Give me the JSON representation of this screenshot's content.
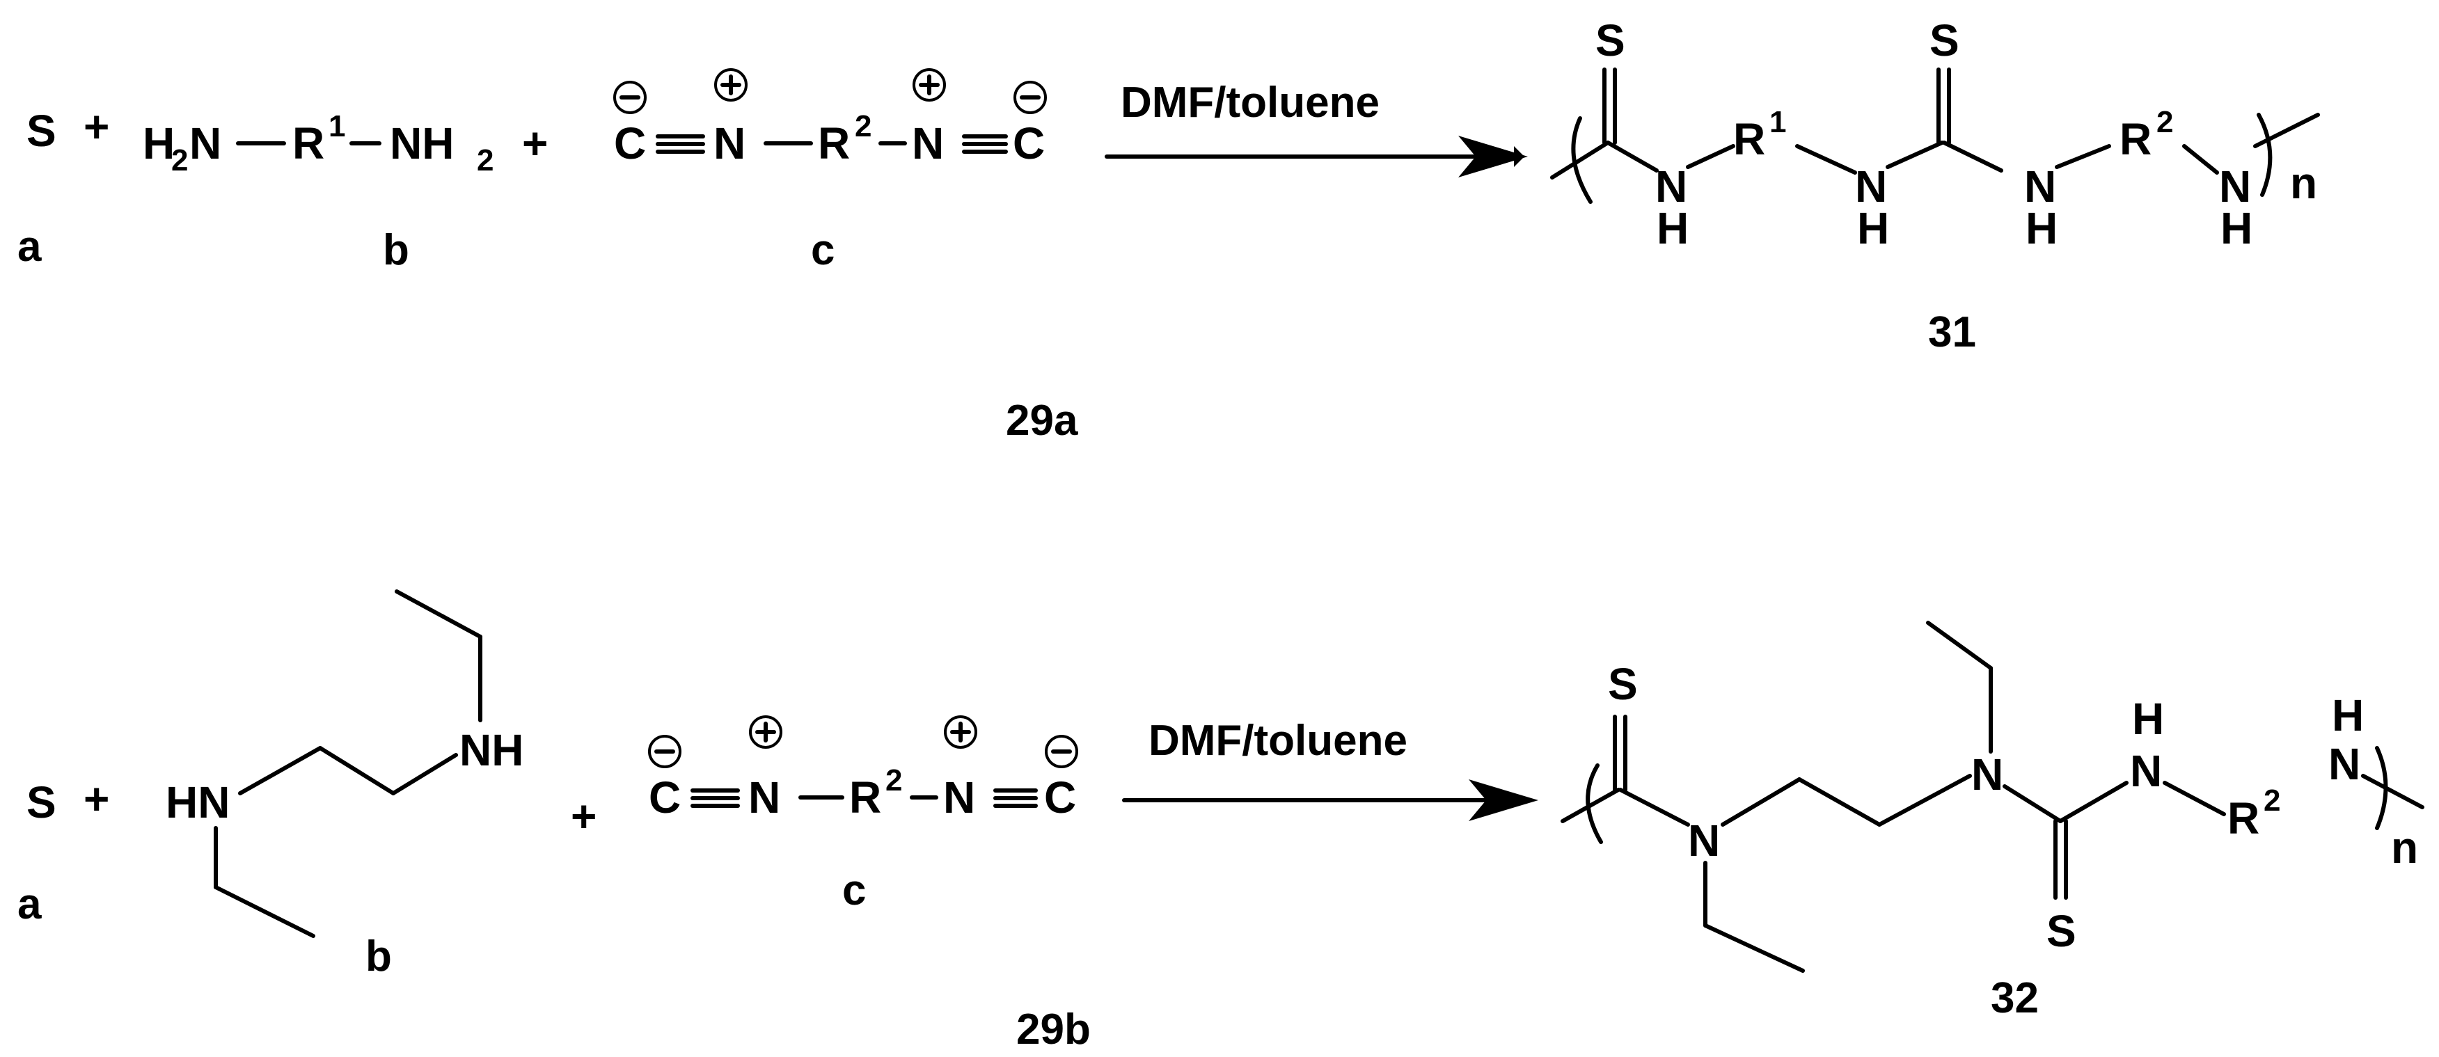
{
  "reaction_a": {
    "sulfur": "S",
    "plus": "+",
    "diamine": {
      "h2n": "H",
      "h2n_sub": "2",
      "n_left": "N",
      "r": "R",
      "r_sup": "1",
      "nh2_n": "NH",
      "nh2_sub": "2"
    },
    "isocyanide": {
      "c": "C",
      "n": "N",
      "r": "R",
      "r_sup": "2"
    },
    "label_a": "a",
    "label_b": "b",
    "label_c": "c",
    "conditions": "DMF/toluene",
    "product": {
      "s": "S",
      "n": "N",
      "h": "H",
      "r1": "R",
      "r1_sup": "1",
      "r2": "R",
      "r2_sup": "2",
      "repeat": "n"
    },
    "product_label": "31",
    "scheme_label": "29a"
  },
  "reaction_b": {
    "sulfur": "S",
    "plus": "+",
    "amine": {
      "hn": "HN",
      "nh": "NH"
    },
    "isocyanide": {
      "c": "C",
      "n": "N",
      "r": "R",
      "r_sup": "2"
    },
    "label_a": "a",
    "label_b": "b",
    "label_c": "c",
    "conditions": "DMF/toluene",
    "product": {
      "s": "S",
      "n": "N",
      "h": "H",
      "r2": "R",
      "r2_sup": "2",
      "repeat": "n"
    },
    "product_label": "32",
    "scheme_label": "29b"
  }
}
